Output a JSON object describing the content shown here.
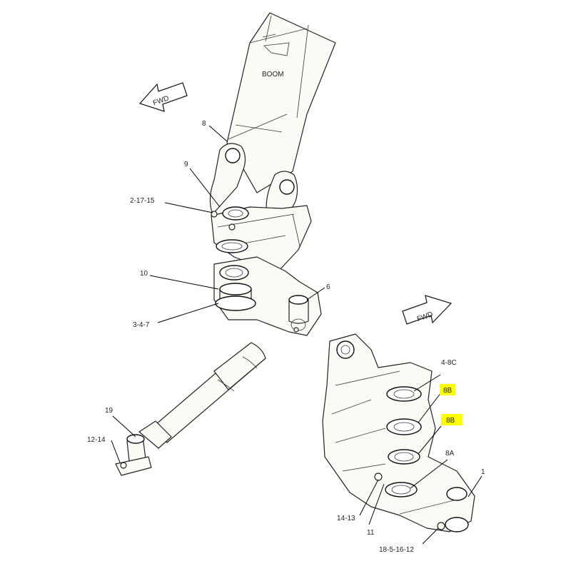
{
  "labels": {
    "boom": "BOOM",
    "fwd_top": "FWD",
    "fwd_right": "FWD",
    "l8": "8",
    "l9": "9",
    "l2_17_15": "2-17-15",
    "l10": "10",
    "l6": "6",
    "l3_4_7": "3-4-7",
    "l19": "19",
    "l12_14": "12-14",
    "l4_8C": "4-8C",
    "l8B_a": "8B",
    "l8B_b": "8B",
    "l8A": "8A",
    "l1": "1",
    "l14_13": "14-13",
    "l11": "11",
    "l18_5_16_12": "18-5-16-12"
  },
  "colors": {
    "highlight": "#ffff00",
    "line": "#222222",
    "fill": "#fbfbf6"
  }
}
